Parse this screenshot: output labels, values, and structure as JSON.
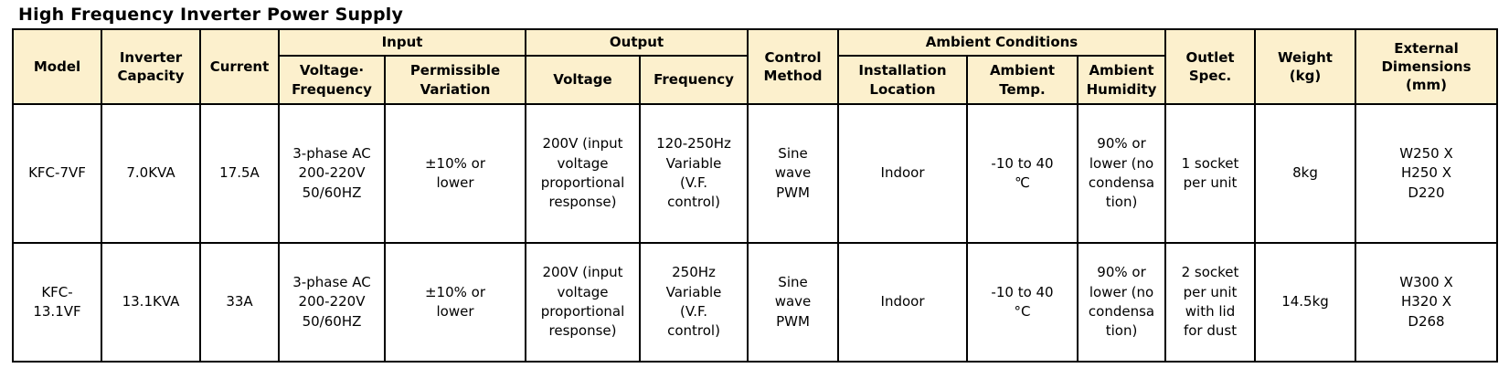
{
  "title": "High Frequency Inverter Power Supply",
  "colors": {
    "header_bg": "#FCF0CD",
    "border": "#000000",
    "text": "#000000",
    "page_bg": "#FFFFFF"
  },
  "table": {
    "groups": {
      "input": "Input",
      "output": "Output",
      "ambient": "Ambient Conditions"
    },
    "headers": {
      "model": "Model",
      "inverter_capacity": "Inverter\nCapacity",
      "current": "Current",
      "voltage_frequency": "Voltage·\nFrequency",
      "permissible_variation": "Permissible\nVariation",
      "voltage": "Voltage",
      "frequency": "Frequency",
      "control_method": "Control\nMethod",
      "installation_location": "Installation\nLocation",
      "ambient_temp": "Ambient\nTemp.",
      "ambient_humidity": "Ambient\nHumidity",
      "outlet_spec": "Outlet\nSpec.",
      "weight": "Weight\n(kg)",
      "external_dimensions": "External\nDimensions\n(mm)"
    },
    "rows": [
      [
        "KFC-7VF",
        "7.0KVA",
        "17.5A",
        "3-phase AC\n200-220V\n50/60HZ",
        "±10% or\nlower",
        "200V (input\nvoltage\nproportional\nresponse)",
        "120-250Hz\nVariable\n(V.F.\ncontrol)",
        "Sine\nwave\nPWM",
        "Indoor",
        "-10 to 40\n℃",
        "90% or\nlower (no\ncondensa\ntion)",
        "1 socket\nper unit",
        "8kg",
        "W250 X\nH250 X\nD220"
      ],
      [
        "KFC-\n13.1VF",
        "13.1KVA",
        "33A",
        "3-phase AC\n200-220V\n50/60HZ",
        "±10% or\nlower",
        "200V (input\nvoltage\nproportional\nresponse)",
        "250Hz\nVariable\n(V.F.\ncontrol)",
        "Sine\nwave\nPWM",
        "Indoor",
        "-10 to 40\n°C",
        "90% or\nlower (no\ncondensa\ntion)",
        "2 socket\nper unit\nwith lid\nfor dust",
        "14.5kg",
        "W300 X\nH320 X\nD268"
      ]
    ]
  }
}
